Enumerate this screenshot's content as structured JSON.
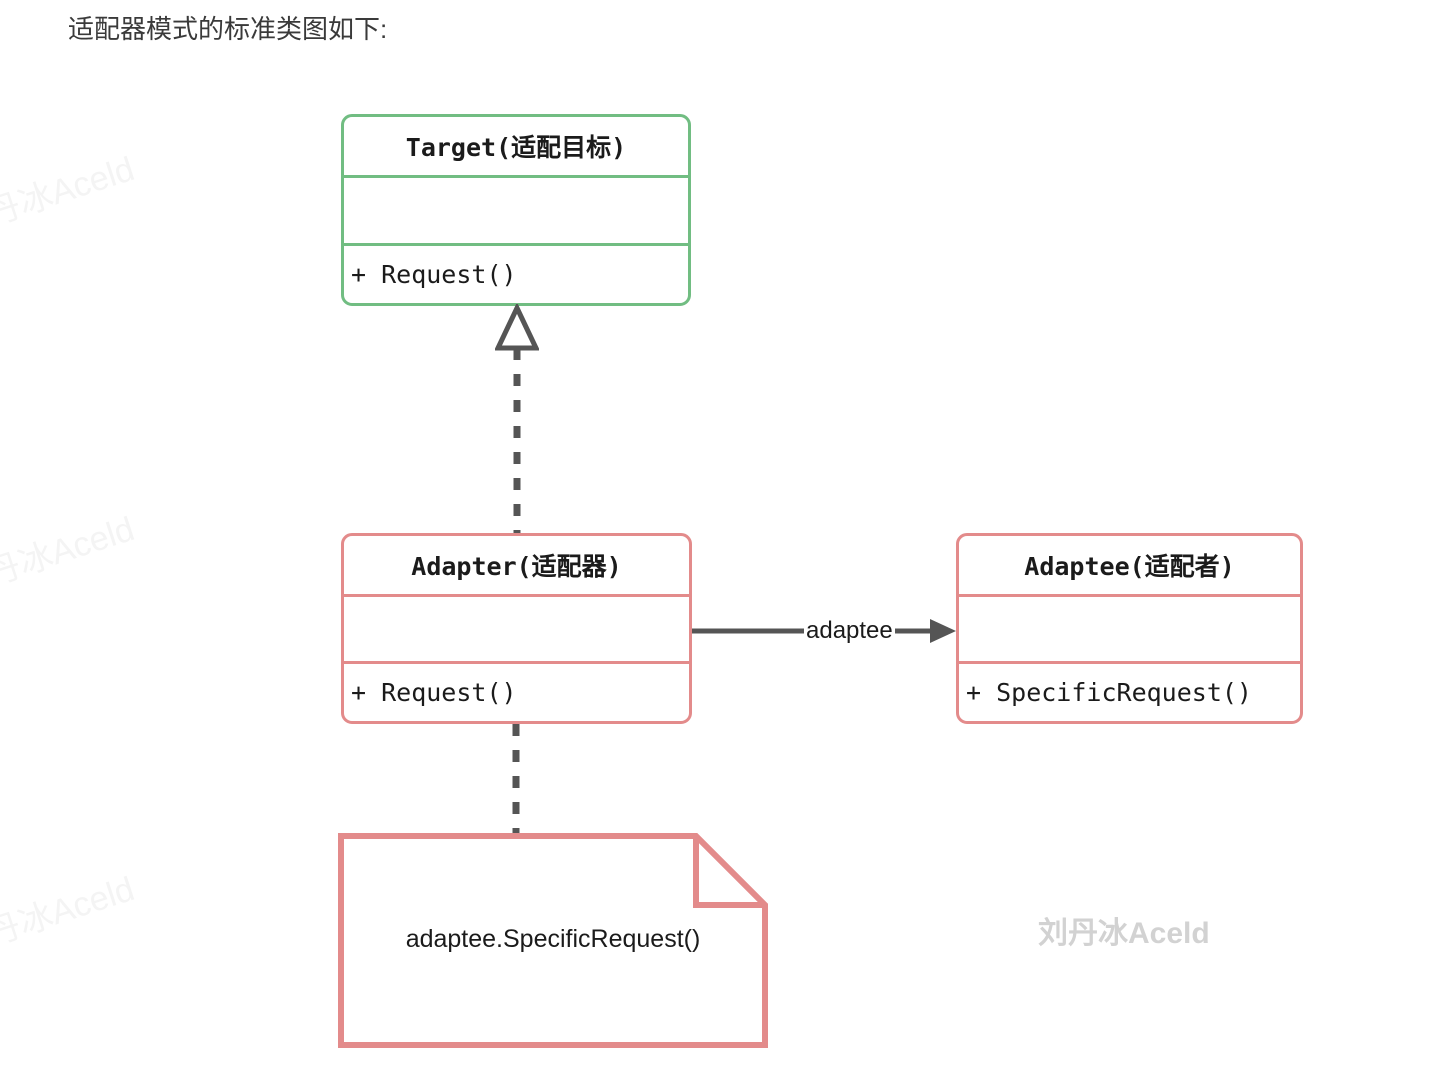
{
  "heading": "适配器模式的标准类图如下:",
  "diagram": {
    "type": "uml-class-diagram",
    "classes": [
      {
        "id": "target",
        "name": "Target(适配目标)",
        "attributes": "",
        "operations": "+ Request()",
        "border_color": "#71bd82"
      },
      {
        "id": "adapter",
        "name": "Adapter(适配器)",
        "attributes": "",
        "operations": "+ Request()",
        "border_color": "#e38b8b"
      },
      {
        "id": "adaptee",
        "name": "Adaptee(适配者)",
        "attributes": "",
        "operations": "+ SpecificRequest()",
        "border_color": "#e38b8b"
      }
    ],
    "note": {
      "id": "adapter-note",
      "text": "adaptee.SpecificRequest()",
      "border_color": "#e38b8b"
    },
    "relationships": [
      {
        "id": "adapter-realizes-target",
        "from": "adapter",
        "to": "target",
        "kind": "realization",
        "line": "dashed",
        "arrowhead": "hollow-triangle",
        "label": "",
        "color": "#555555"
      },
      {
        "id": "adapter-uses-adaptee",
        "from": "adapter",
        "to": "adaptee",
        "kind": "association",
        "line": "solid",
        "arrowhead": "filled-arrow",
        "label": "adaptee",
        "color": "#555555"
      },
      {
        "id": "adapter-note-link",
        "from": "adapter",
        "to": "adapter-note",
        "kind": "note-anchor",
        "line": "dashed",
        "arrowhead": "none",
        "label": "",
        "color": "#555555"
      }
    ]
  },
  "watermarks": {
    "main": "刘丹冰Aceld",
    "edge": "刘丹冰Aceld"
  }
}
